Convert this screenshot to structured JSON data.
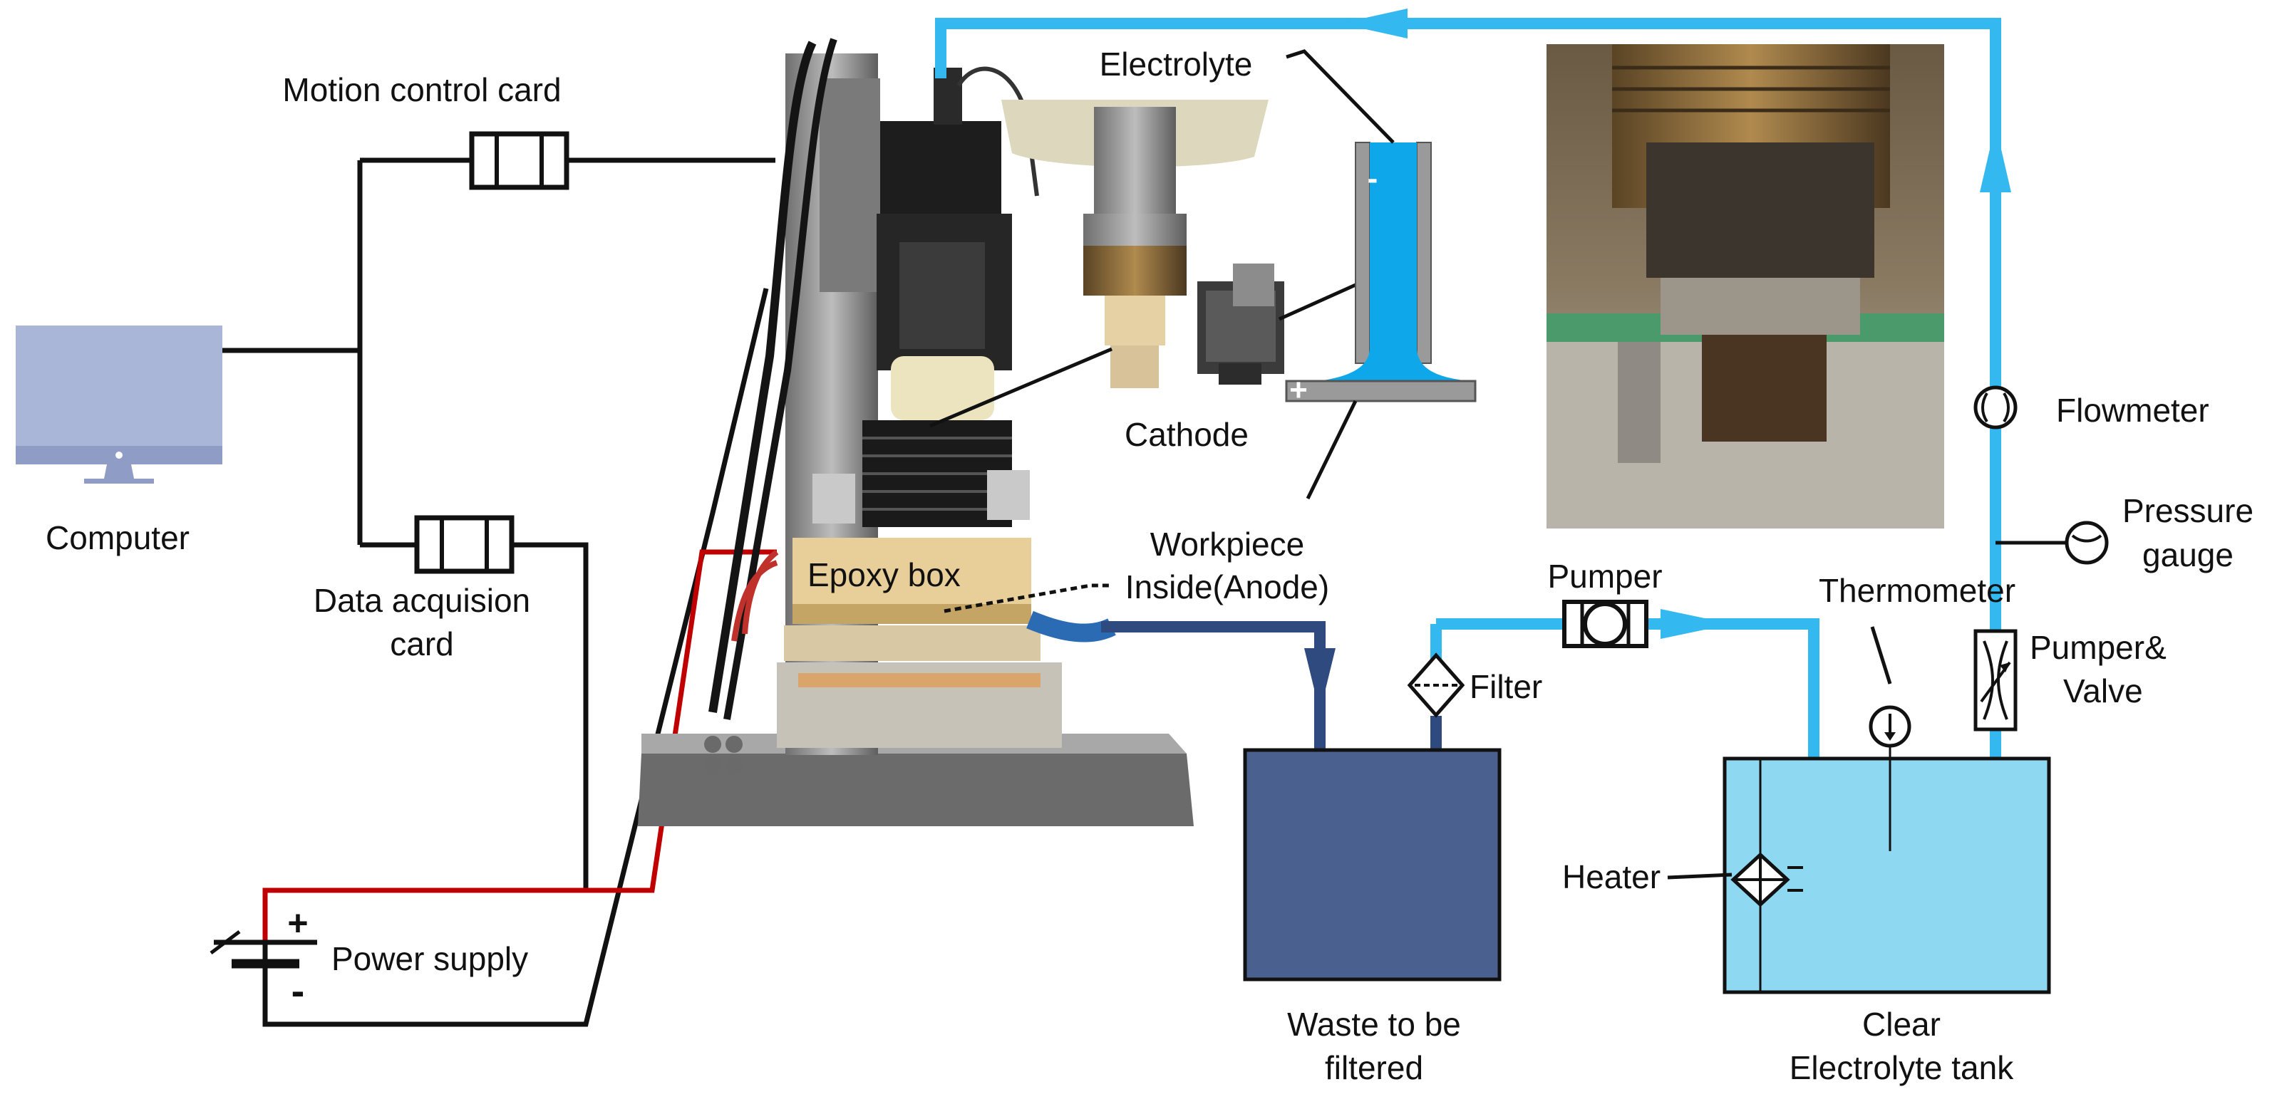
{
  "labels": {
    "computer": "Computer",
    "motion_control_card": "Motion control card",
    "data_acquisition_line1": "Data acquision",
    "data_acquisition_line2": "card",
    "power_supply": "Power supply",
    "power_plus": "+",
    "power_minus": "-",
    "epoxy_box": "Epoxy box",
    "workpiece_line1": "Workpiece",
    "workpiece_line2": "Inside(Anode)",
    "electrolyte": "Electrolyte",
    "cathode": "Cathode",
    "cell_minus": "-",
    "cell_plus": "+",
    "pumper": "Pumper",
    "filter": "Filter",
    "thermometer": "Thermometer",
    "flowmeter": "Flowmeter",
    "pressure_line1": "Pressure",
    "pressure_line2": "gauge",
    "pumper_valve_line1": "Pumper&",
    "pumper_valve_line2": "Valve",
    "heater": "Heater",
    "waste_line1": "Waste to be",
    "waste_line2": "filtered",
    "tank_line1": "Clear",
    "tank_line2": "Electrolyte tank"
  },
  "colors": {
    "wire_black": "#111111",
    "wire_red": "#c00000",
    "pipe_light": "#33b8f0",
    "pipe_dark": "#2f4a7e",
    "waste_tank": "#4a6190",
    "clear_tank": "#8fd8f2",
    "electrolyte_fill": "#0ea8ea",
    "gray_plate": "#9a9a9a"
  },
  "icons": [
    "computer-icon",
    "connector-icon",
    "battery-icon",
    "pump-icon",
    "filter-icon",
    "flowmeter-icon",
    "pressure-gauge-icon",
    "valve-icon",
    "thermometer-icon",
    "heater-icon",
    "flow-arrow-icon",
    "machine-photo",
    "tool-closeup-photo",
    "cathode-photo",
    "workpiece-photo"
  ]
}
